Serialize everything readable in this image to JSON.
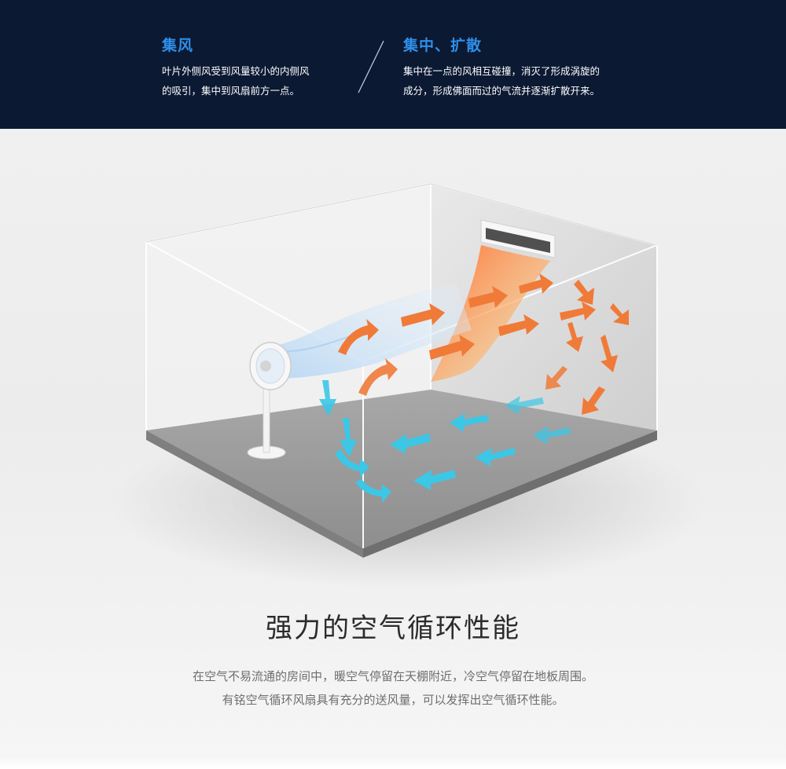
{
  "features": [
    {
      "title": "集风",
      "desc_lines": [
        "叶片外侧风受到风量较小的内侧风",
        "的吸引，集中到风扇前方一点。"
      ]
    },
    {
      "title": "集中、扩散",
      "desc_lines": [
        "集中在一点的风相互碰撞，消灭了形成涡旋的",
        "成分，形成佛面而过的气流并逐渐扩散开来。"
      ]
    }
  ],
  "headline": "强力的空气循环性能",
  "description_lines": [
    "在空气不易流通的房间中，暖空气停留在天棚附近，冷空气停留在地板周围。",
    "有铭空气循环风扇具有充分的送风量，可以发挥出空气循环性能。"
  ],
  "colors": {
    "band": "#0b1933",
    "accent_title": "#2f8fe8",
    "warm_arrow": "#f07a38",
    "cool_arrow": "#3cc7e6",
    "floor": "#9b9b9b"
  },
  "icons": [
    "divider-slash",
    "fan-illustration",
    "air-conditioner-illustration"
  ]
}
